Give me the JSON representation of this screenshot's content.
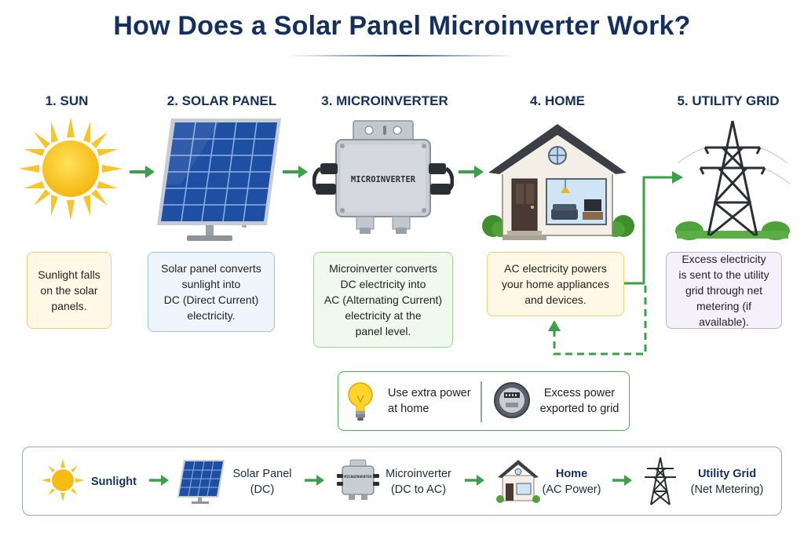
{
  "title": "How Does a Solar Panel Microinverter Work?",
  "steps": [
    {
      "title": "1. SUN",
      "lines": [
        "Sunlight falls",
        "on the solar",
        "panels."
      ]
    },
    {
      "title": "2. SOLAR PANEL",
      "lines": [
        "Solar panel converts",
        "sunlight into",
        "DC (Direct Current)",
        "electricity."
      ]
    },
    {
      "title": "3. MICROINVERTER",
      "device_label": "MICROINVERTER",
      "lines": [
        "Microinverter converts",
        "DC electricity into",
        "AC (Alternating Current)",
        "electricity at the",
        "panel level."
      ]
    },
    {
      "title": "4. HOME",
      "lines": [
        "AC electricity powers",
        "your home appliances",
        "and devices."
      ]
    },
    {
      "title": "5. UTILITY GRID",
      "lines": [
        "Excess electricity",
        "is sent to the utility",
        "grid through net",
        "metering (if available)."
      ]
    }
  ],
  "legend": {
    "left": [
      "Use extra power",
      "at home"
    ],
    "right": [
      "Excess power",
      "exported to grid"
    ]
  },
  "summary": [
    {
      "name": "Sunlight",
      "detail": ""
    },
    {
      "name": "Solar Panel",
      "detail": "(DC)"
    },
    {
      "name": "Microinverter",
      "detail": "(DC to AC)"
    },
    {
      "name": "Home",
      "detail": "(AC Power)"
    },
    {
      "name": "Utility Grid",
      "detail": "(Net Metering)"
    }
  ],
  "summary_device_label": "MICROINVERTER",
  "colors": {
    "title": "#14305e",
    "arrow": "#3aa04a",
    "sun": "#f6c21b",
    "panel": "#1f4fa3",
    "box_yellow": "#fff8e6",
    "box_blue": "#eef5fd",
    "box_green": "#f0f9ee",
    "box_purple": "#f4f1fb"
  },
  "icons": [
    "sun-icon",
    "solar-panel-icon",
    "microinverter-icon",
    "house-icon",
    "transmission-tower-icon",
    "lightbulb-icon",
    "electric-meter-icon",
    "arrow-right-icon"
  ]
}
